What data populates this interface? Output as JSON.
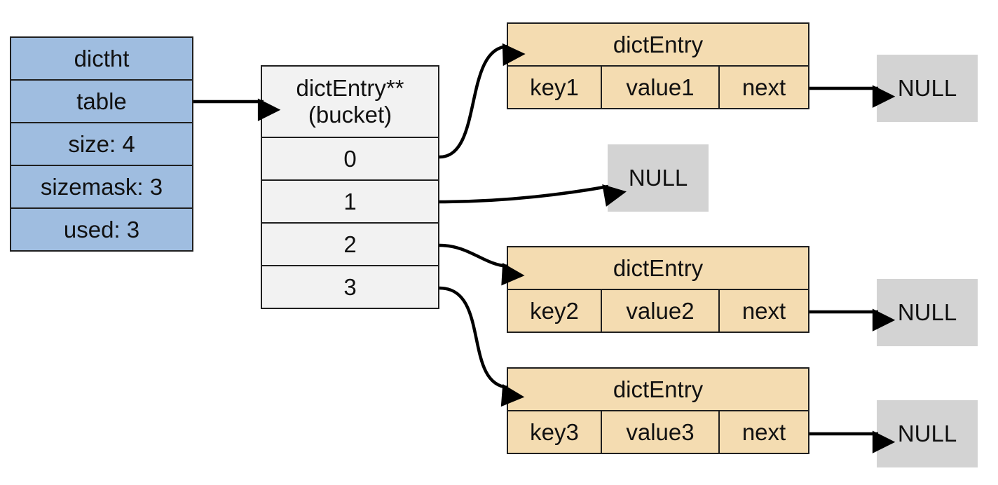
{
  "dictht": {
    "title": "dictht",
    "fields": [
      "table",
      "size: 4",
      "sizemask: 3",
      "used: 3"
    ]
  },
  "bucket": {
    "title_line1": "dictEntry**",
    "title_line2": "(bucket)",
    "indices": [
      "0",
      "1",
      "2",
      "3"
    ]
  },
  "entries": [
    {
      "title": "dictEntry",
      "key": "key1",
      "value": "value1",
      "next": "next",
      "next_target": "NULL"
    },
    {
      "title": "dictEntry",
      "key": "key2",
      "value": "value2",
      "next": "next",
      "next_target": "NULL"
    },
    {
      "title": "dictEntry",
      "key": "key3",
      "value": "value3",
      "next": "next",
      "next_target": "NULL"
    }
  ],
  "bucket1_target": "NULL",
  "colors": {
    "dictht_fill": "#9fbde0",
    "bucket_fill": "#f2f2f2",
    "entry_fill": "#f4dcb1",
    "null_fill": "#d3d3d3",
    "stroke": "#1f1f1f"
  }
}
